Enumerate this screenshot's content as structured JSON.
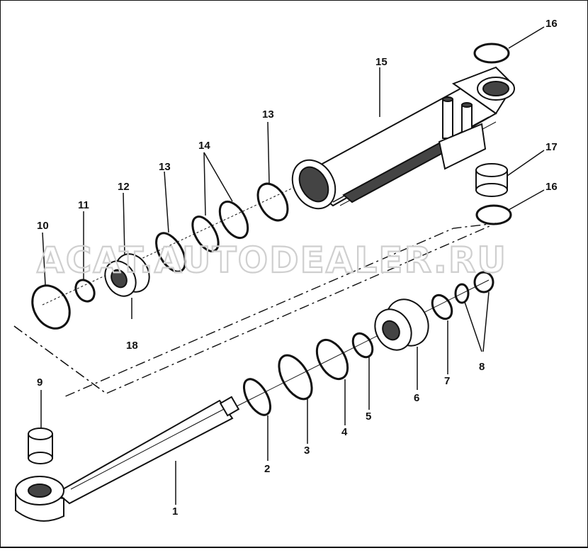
{
  "watermark": "ACAT.AUTODEALER.RU",
  "callouts": [
    {
      "id": "1",
      "text": "1"
    },
    {
      "id": "2",
      "text": "2"
    },
    {
      "id": "3",
      "text": "3"
    },
    {
      "id": "4",
      "text": "4"
    },
    {
      "id": "5",
      "text": "5"
    },
    {
      "id": "6",
      "text": "6"
    },
    {
      "id": "7",
      "text": "7"
    },
    {
      "id": "8",
      "text": "8"
    },
    {
      "id": "9",
      "text": "9"
    },
    {
      "id": "10",
      "text": "10"
    },
    {
      "id": "11",
      "text": "11"
    },
    {
      "id": "12",
      "text": "12"
    },
    {
      "id": "13a",
      "text": "13"
    },
    {
      "id": "13b",
      "text": "13"
    },
    {
      "id": "14",
      "text": "14"
    },
    {
      "id": "15",
      "text": "15"
    },
    {
      "id": "16a",
      "text": "16"
    },
    {
      "id": "16b",
      "text": "16"
    },
    {
      "id": "17",
      "text": "17"
    },
    {
      "id": "18",
      "text": "18"
    }
  ]
}
